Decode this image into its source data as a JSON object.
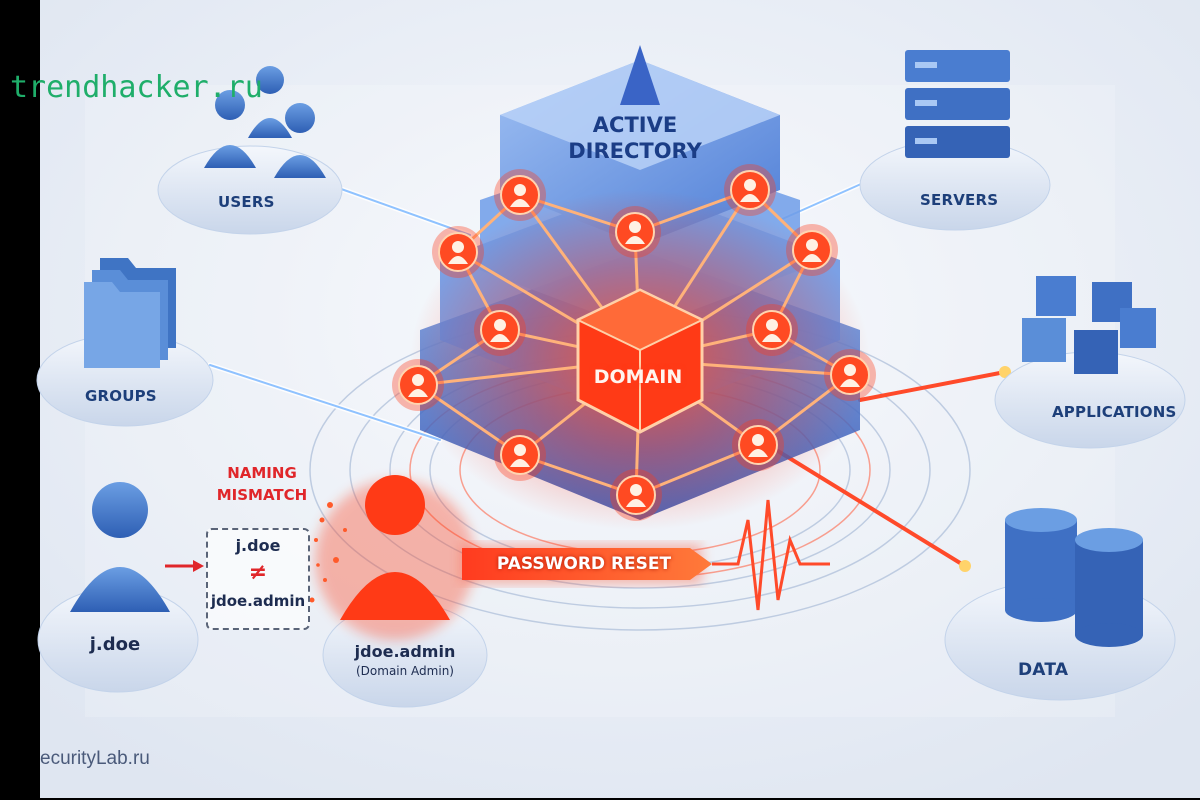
{
  "watermark": "trendhacker.ru",
  "credit": "ecurityLab.ru",
  "center": {
    "title_line1": "ACTIVE",
    "title_line2": "DIRECTORY",
    "core_label": "DOMAIN"
  },
  "nodes": {
    "users": "USERS",
    "groups": "GROUPS",
    "servers": "SERVERS",
    "applications": "APPLICATIONS",
    "data": "DATA"
  },
  "attack": {
    "mismatch_line1": "NAMING",
    "mismatch_line2": "MISMATCH",
    "user_name": "j.doe",
    "not_equal": "≠",
    "admin_name": "jdoe.admin",
    "source_user": "j.doe",
    "admin_label": "jdoe.admin",
    "admin_role": "(Domain Admin)",
    "action": "PASSWORD RESET"
  },
  "colors": {
    "background": "#e9eef6",
    "node_blue": "#4a7fc8",
    "alert_red": "#ff3b1f",
    "text_dark": "#1d2c50",
    "mismatch_red": "#e0262a",
    "watermark_green": "#1fae6a"
  }
}
